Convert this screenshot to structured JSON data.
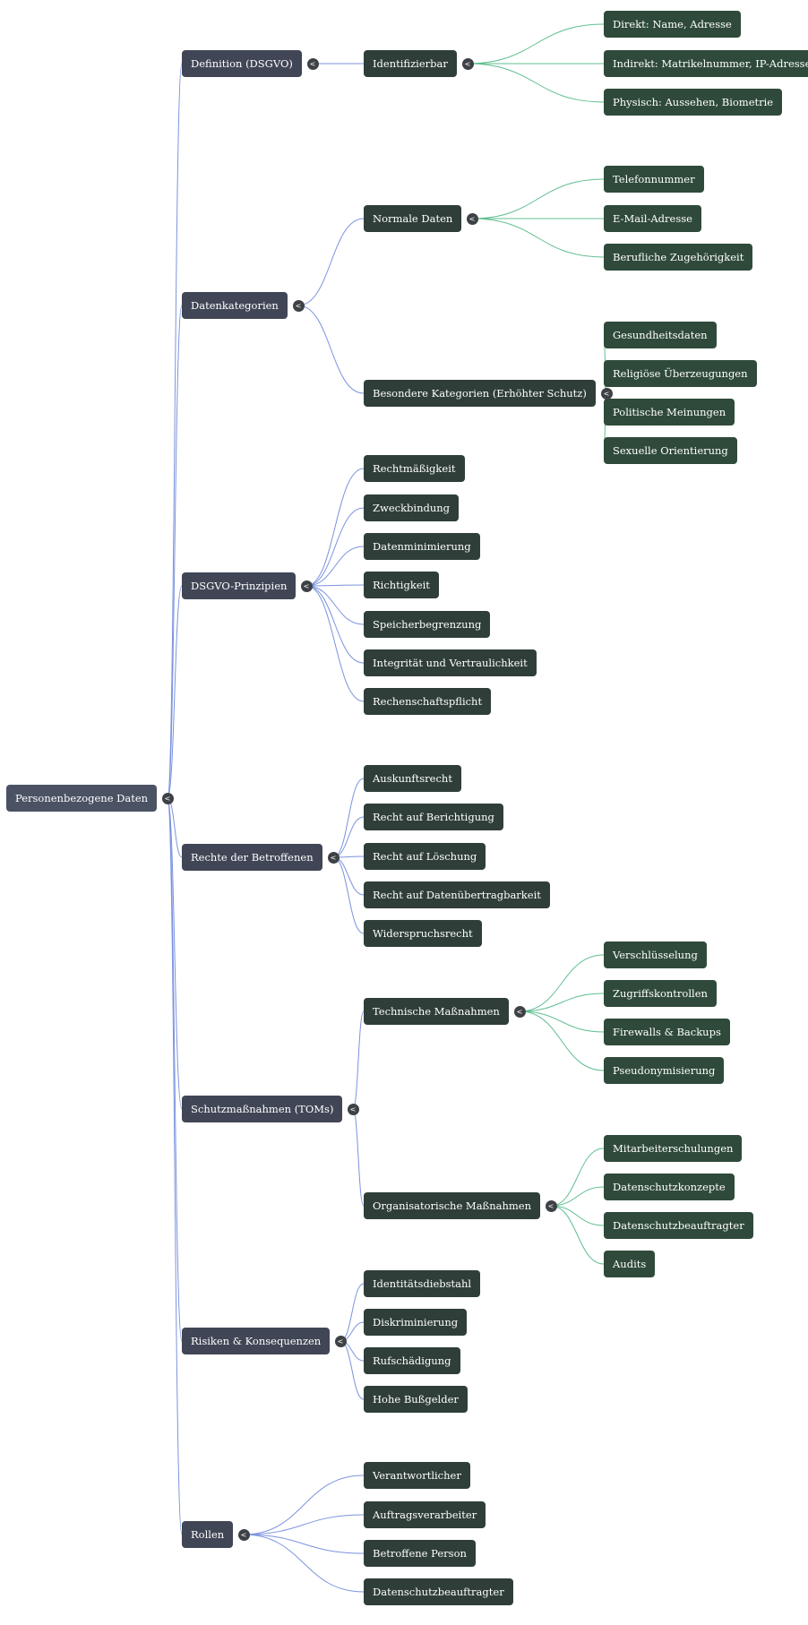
{
  "colors": {
    "root_bg": "#4b5264",
    "level1_bg": "#414656",
    "level2_bg": "#2f3e39",
    "level3_bg": "#2f4a3a",
    "blue_edge": "#7b93df",
    "green_edge": "#5fbf8f",
    "toggle_bg": "#3e4246"
  },
  "collapse_glyph": "<",
  "root": {
    "label": "Personenbezogene Daten",
    "children": [
      {
        "label": "Definition (DSGVO)",
        "children": [
          {
            "label": "Identifizierbar",
            "children": [
              {
                "label": "Direkt: Name, Adresse"
              },
              {
                "label": "Indirekt: Matrikelnummer, IP-Adresse"
              },
              {
                "label": "Physisch: Aussehen, Biometrie"
              }
            ]
          }
        ]
      },
      {
        "label": "Datenkategorien",
        "children": [
          {
            "label": "Normale Daten",
            "children": [
              {
                "label": "Telefonnummer"
              },
              {
                "label": "E-Mail-Adresse"
              },
              {
                "label": "Berufliche Zugehörigkeit"
              }
            ]
          },
          {
            "label": "Besondere Kategorien (Erhöhter Schutz)",
            "children": [
              {
                "label": "Gesundheitsdaten"
              },
              {
                "label": "Religiöse Überzeugungen"
              },
              {
                "label": "Politische Meinungen"
              },
              {
                "label": "Sexuelle Orientierung"
              }
            ]
          }
        ]
      },
      {
        "label": "DSGVO-Prinzipien",
        "children": [
          {
            "label": "Rechtmäßigkeit"
          },
          {
            "label": "Zweckbindung"
          },
          {
            "label": "Datenminimierung"
          },
          {
            "label": "Richtigkeit"
          },
          {
            "label": "Speicherbegrenzung"
          },
          {
            "label": "Integrität und Vertraulichkeit"
          },
          {
            "label": "Rechenschaftspflicht"
          }
        ]
      },
      {
        "label": "Rechte der Betroffenen",
        "children": [
          {
            "label": "Auskunftsrecht"
          },
          {
            "label": "Recht auf Berichtigung"
          },
          {
            "label": "Recht auf Löschung"
          },
          {
            "label": "Recht auf Datenübertragbarkeit"
          },
          {
            "label": "Widerspruchsrecht"
          }
        ]
      },
      {
        "label": "Schutzmaßnahmen (TOMs)",
        "children": [
          {
            "label": "Technische Maßnahmen",
            "children": [
              {
                "label": "Verschlüsselung"
              },
              {
                "label": "Zugriffskontrollen"
              },
              {
                "label": "Firewalls & Backups"
              },
              {
                "label": "Pseudonymisierung"
              }
            ]
          },
          {
            "label": "Organisatorische Maßnahmen",
            "children": [
              {
                "label": "Mitarbeiterschulungen"
              },
              {
                "label": "Datenschutzkonzepte"
              },
              {
                "label": "Datenschutzbeauftragter"
              },
              {
                "label": "Audits"
              }
            ]
          }
        ]
      },
      {
        "label": "Risiken & Konsequenzen",
        "children": [
          {
            "label": "Identitätsdiebstahl"
          },
          {
            "label": "Diskriminierung"
          },
          {
            "label": "Rufschädigung"
          },
          {
            "label": "Hohe Bußgelder"
          }
        ]
      },
      {
        "label": "Rollen",
        "children": [
          {
            "label": "Verantwortlicher"
          },
          {
            "label": "Auftragsverarbeiter"
          },
          {
            "label": "Betroffene Person"
          },
          {
            "label": "Datenschutzbeauftragter"
          }
        ]
      }
    ]
  }
}
